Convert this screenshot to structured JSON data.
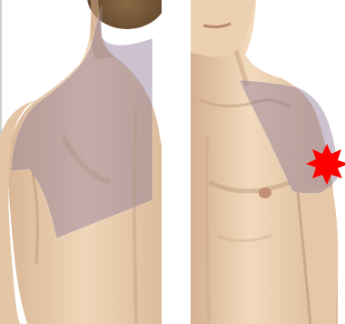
{
  "views": [
    {
      "name": "back-view"
    },
    {
      "name": "front-view"
    }
  ],
  "colors": {
    "skin": "#ecd0b1",
    "skin_shadow": "#c9a686",
    "skin_deep": "#a88566",
    "pain_region": "#8f7a96",
    "pain_marker": "#ff0000",
    "hair": "#7a5a3a",
    "nipple": "#c48e74"
  },
  "markers": [
    {
      "icon": "red-starburst-pain-marker"
    }
  ]
}
